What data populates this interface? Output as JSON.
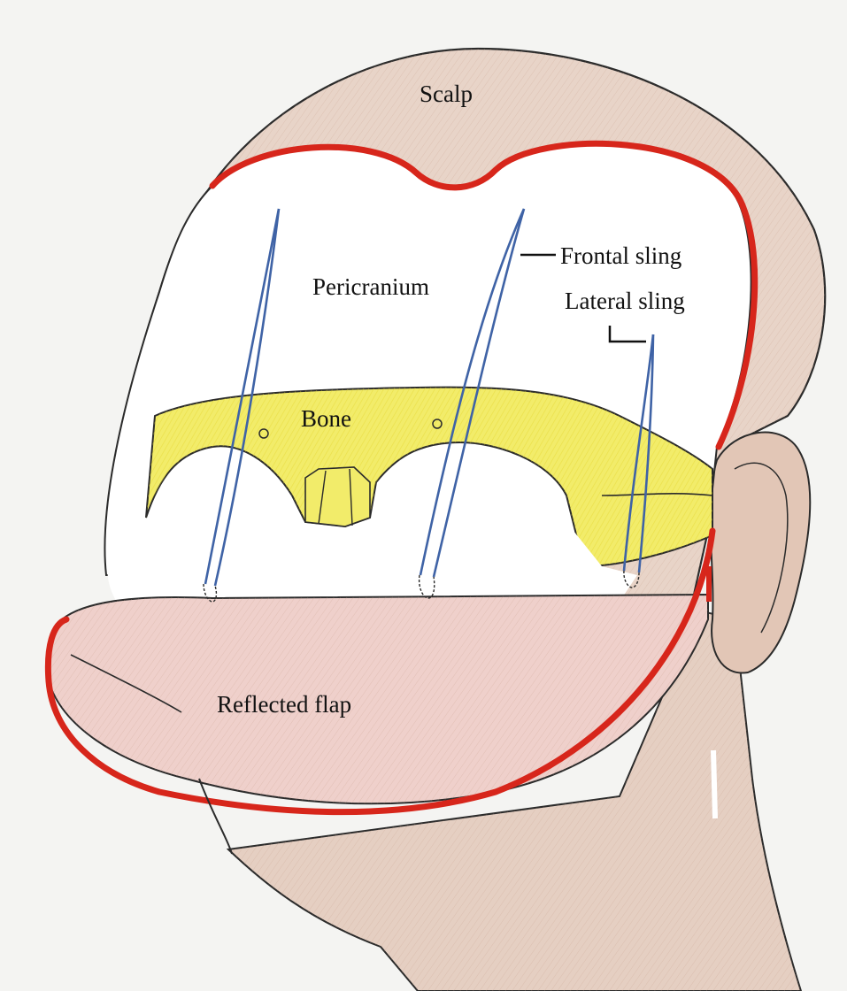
{
  "labels": {
    "scalp": "Scalp",
    "pericranium": "Pericranium",
    "frontal_sling": "Frontal sling",
    "lateral_sling": "Lateral sling",
    "bone": "Bone",
    "reflected_flap": "Reflected flap"
  },
  "colors": {
    "background": "#f4f4f2",
    "skin": "#e7d2c6",
    "flap": "#eecdc8",
    "scalp_edge": "#d7261b",
    "bone": "#f2ec6a",
    "sling": "#3f63a6",
    "outline": "#2b2b2b"
  }
}
